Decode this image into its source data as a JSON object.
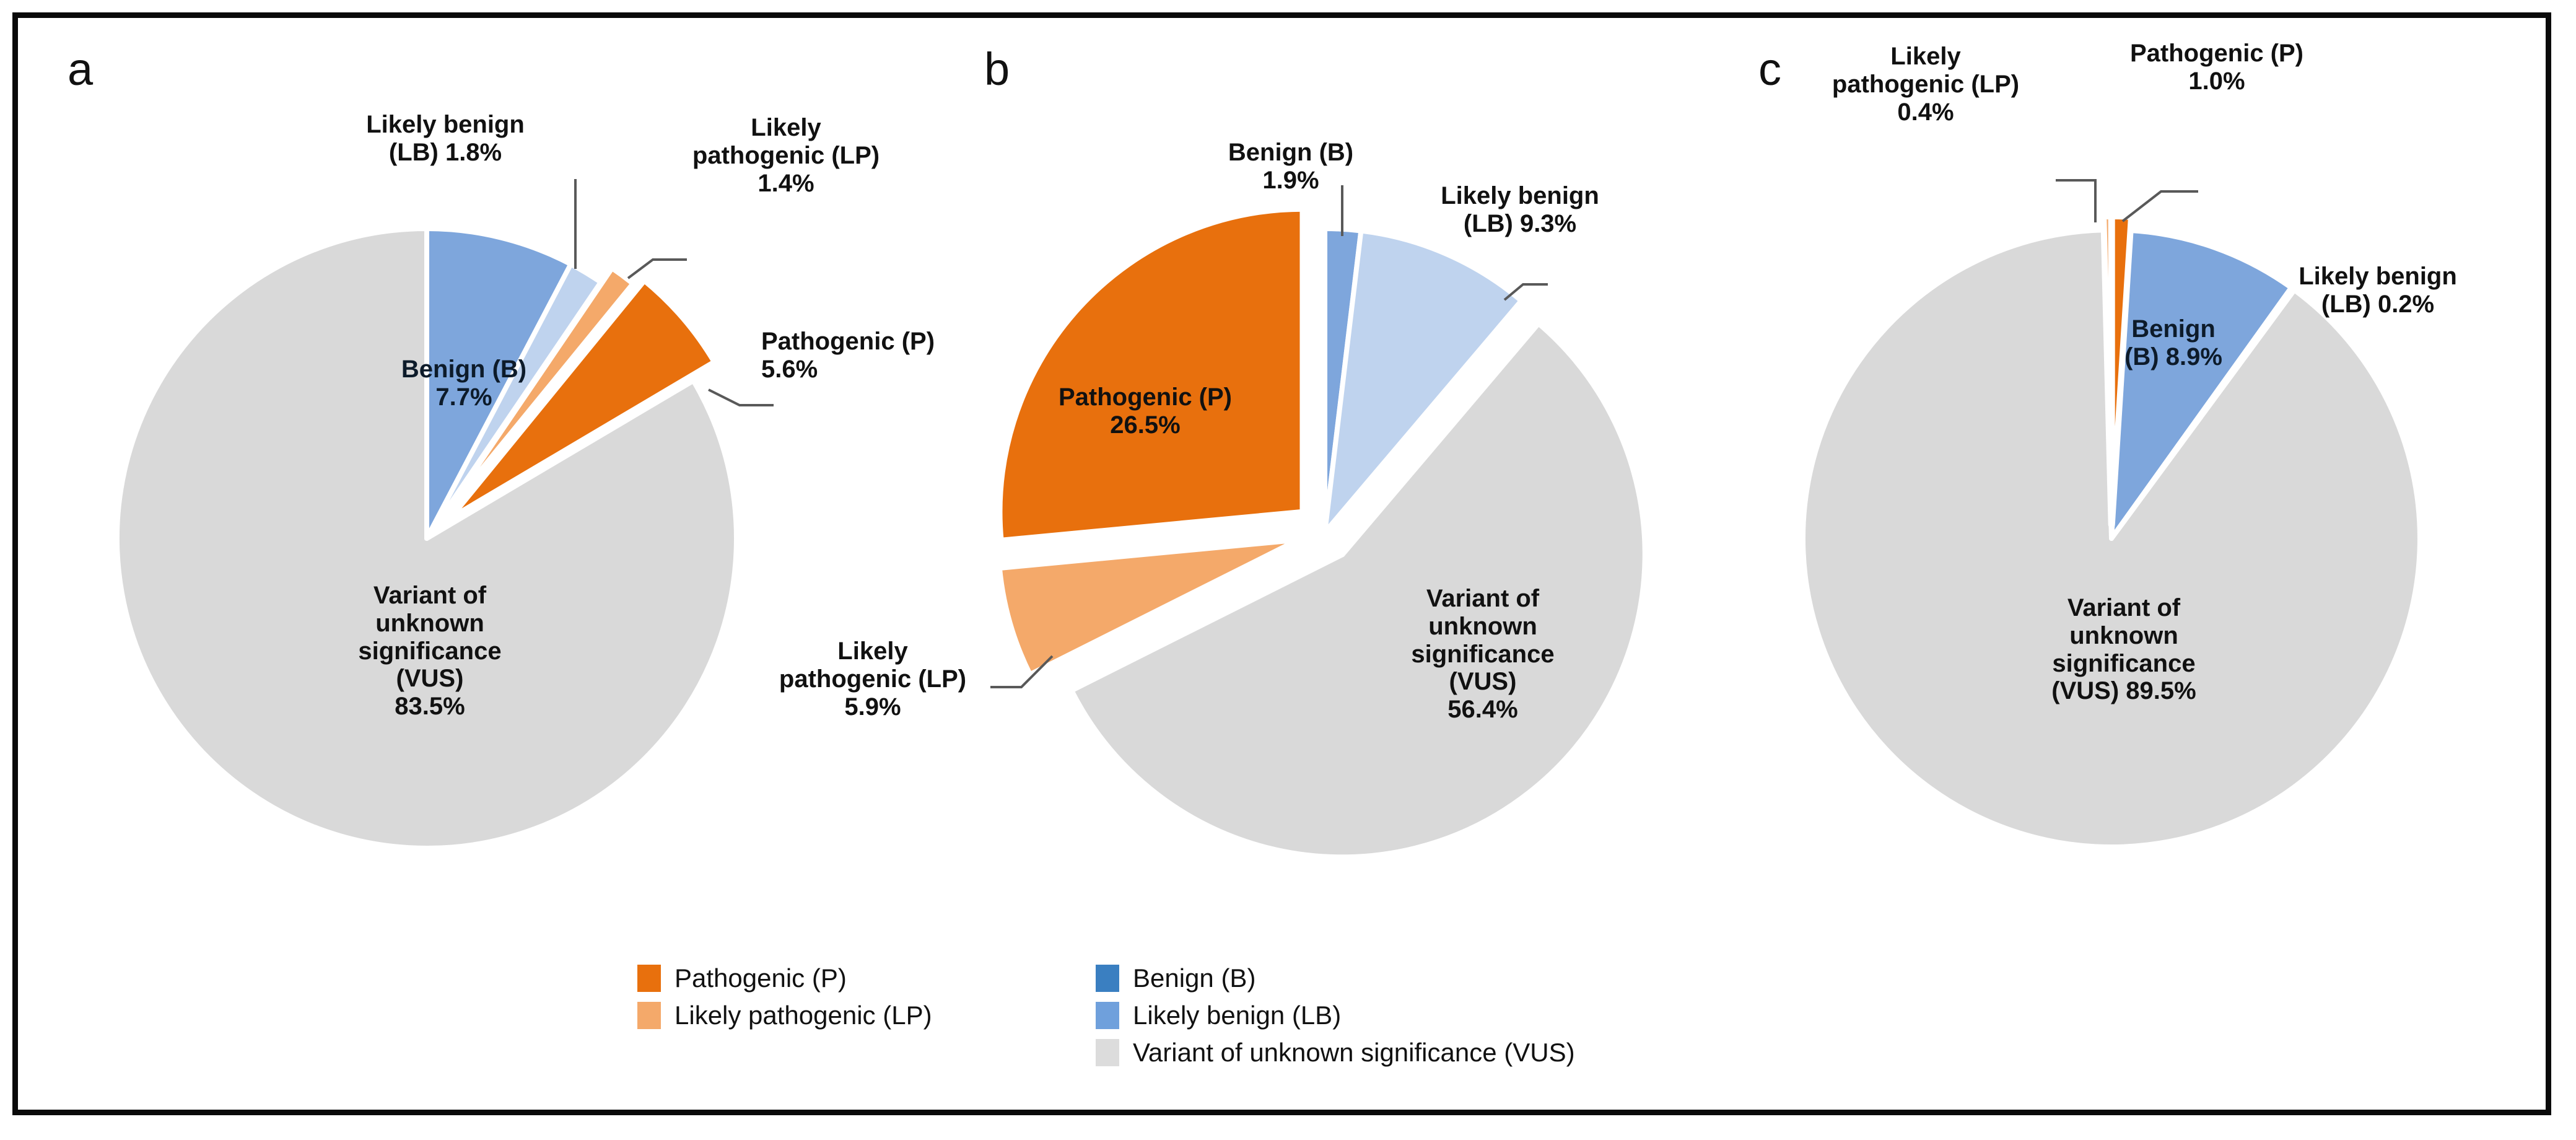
{
  "figure": {
    "panels": [
      "a",
      "b",
      "c"
    ],
    "colors": {
      "pathogenic": "#E8700D",
      "likely_pathogenic": "#F4A96A",
      "benign": "#7EA6DC",
      "likely_benign": "#BFD3EE",
      "vus": "#D9D9D9",
      "text": "#111111",
      "border": "#0A0A0A",
      "leader": "#595959"
    }
  },
  "legend": {
    "columns": [
      {
        "items": [
          {
            "label": "Pathogenic (P)",
            "color": "#E8700D",
            "swatch": "pathogenic-swatch"
          },
          {
            "label": "Likely pathogenic (LP)",
            "color": "#F4A96A",
            "swatch": "likely-pathogenic-swatch"
          }
        ]
      },
      {
        "items": [
          {
            "label": "Benign (B)",
            "color": "#3A7FC1",
            "swatch": "benign-swatch"
          },
          {
            "label": "Likely benign (LB)",
            "color": "#6FA0DC",
            "swatch": "likely-benign-swatch"
          },
          {
            "label": "Variant of unknown significance (VUS)",
            "color": "#DCDCDC",
            "swatch": "vus-swatch"
          }
        ]
      }
    ]
  },
  "chart_data": [
    {
      "type": "pie",
      "panel": "a",
      "title": "a",
      "categories": [
        "Benign (B)",
        "Likely benign (LB)",
        "Likely pathogenic (LP)",
        "Pathogenic (P)",
        "Variant of unknown significance (VUS)"
      ],
      "values": [
        7.7,
        1.8,
        1.4,
        5.6,
        83.5
      ],
      "unit": "%",
      "start_angle": 0,
      "exploded": [
        "Likely pathogenic (LP)",
        "Pathogenic (P)"
      ],
      "labels": [
        {
          "name": "benign",
          "text": "Benign (B)\n7.7%",
          "inside": true
        },
        {
          "name": "likely-benign",
          "text": "Likely benign\n(LB) 1.8%",
          "inside": false
        },
        {
          "name": "likely-pathogenic",
          "text": "Likely\npathogenic (LP)\n1.4%",
          "inside": false
        },
        {
          "name": "pathogenic",
          "text": "Pathogenic (P)\n5.6%",
          "inside": false
        },
        {
          "name": "vus",
          "text": "Variant of\nunknown\nsignificance\n(VUS)\n83.5%",
          "inside": true
        }
      ]
    },
    {
      "type": "pie",
      "panel": "b",
      "title": "b",
      "categories": [
        "Benign (B)",
        "Likely benign (LB)",
        "Variant of unknown significance (VUS)",
        "Likely pathogenic (LP)",
        "Pathogenic (P)"
      ],
      "values": [
        1.9,
        9.3,
        56.4,
        5.9,
        26.5
      ],
      "unit": "%",
      "start_angle": 0,
      "exploded": [
        "Variant of unknown significance (VUS)",
        "Likely pathogenic (LP)",
        "Pathogenic (P)"
      ],
      "labels": [
        {
          "name": "benign",
          "text": "Benign (B)\n1.9%",
          "inside": false
        },
        {
          "name": "likely-benign",
          "text": "Likely benign\n(LB) 9.3%",
          "inside": false
        },
        {
          "name": "vus",
          "text": "Variant of\nunknown\nsignificance\n(VUS)\n56.4%",
          "inside": true
        },
        {
          "name": "likely-pathogenic",
          "text": "Likely\npathogenic (LP)\n5.9%",
          "inside": false
        },
        {
          "name": "pathogenic",
          "text": "Pathogenic (P)\n26.5%",
          "inside": true
        }
      ]
    },
    {
      "type": "pie",
      "panel": "c",
      "title": "c",
      "categories": [
        "Pathogenic (P)",
        "Benign (B)",
        "Likely benign (LB)",
        "Variant of unknown significance (VUS)",
        "Likely pathogenic (LP)"
      ],
      "values": [
        1.0,
        8.9,
        0.2,
        89.5,
        0.4
      ],
      "unit": "%",
      "start_angle": 0,
      "exploded": [
        "Pathogenic (P)",
        "Likely pathogenic (LP)"
      ],
      "labels": [
        {
          "name": "likely-pathogenic",
          "text": "Likely\npathogenic (LP)\n0.4%",
          "inside": false
        },
        {
          "name": "pathogenic",
          "text": "Pathogenic (P)\n1.0%",
          "inside": false
        },
        {
          "name": "benign",
          "text": "Benign\n(B) 8.9%",
          "inside": true
        },
        {
          "name": "likely-benign",
          "text": "Likely benign\n(LB) 0.2%",
          "inside": false
        },
        {
          "name": "vus",
          "text": "Variant of\nunknown\nsignificance\n(VUS) 89.5%",
          "inside": true
        }
      ]
    }
  ]
}
